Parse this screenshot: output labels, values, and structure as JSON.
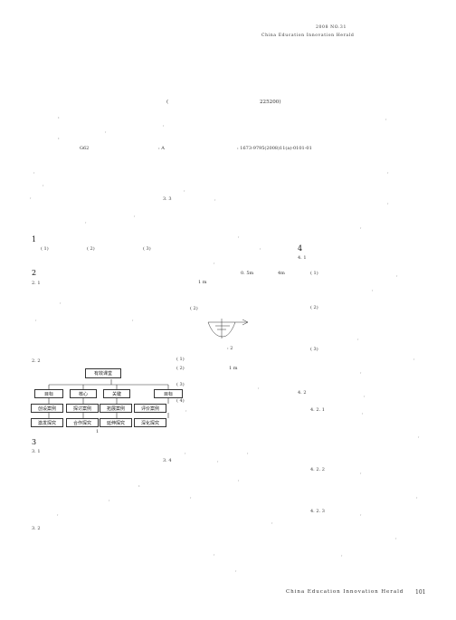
{
  "header": {
    "year_issue": "2008 NO.31",
    "journal": "China Education Innovation Herald"
  },
  "meta": {
    "affiliation_paren": "(",
    "postcode": "225200)",
    "clc": "G62",
    "doc_code": ": A",
    "article_id": ": 1673-9795(2008)11(a)-0101-01"
  },
  "sections": {
    "s1": "1",
    "s1_items": [
      "( 1)",
      "( 2)",
      "( 3)"
    ],
    "s2": "2",
    "s2_1": "2. 1",
    "s2_2": "2. 2",
    "s3": "3",
    "s3_1": "3. 1",
    "s3_2": "3. 2",
    "s3_3": "3. 3",
    "s3_4": "3. 4",
    "s4": "4",
    "s4_1": "4. 1",
    "s4_2": "4. 2",
    "s4_2_1": "4. 2. 1",
    "s4_2_2": "4. 2. 2",
    "s4_2_3": "4. 2. 3"
  },
  "middle_column": {
    "measure_a": "0. 5m",
    "measure_b": "4m",
    "measure_c": "1 m",
    "fig2_caption": "( 2)",
    "fig2_label": ": 2",
    "list": [
      "( 1)",
      "( 2)",
      "( 3)",
      "( 4)"
    ],
    "list2_value": "1 m"
  },
  "right_column": {
    "items": [
      "( 1)",
      "( 2)",
      "( 3)"
    ]
  },
  "flowchart": {
    "top": "有效课堂",
    "row1": [
      "目标",
      "核心",
      "关键",
      "目标"
    ],
    "row2": [
      "创设案例",
      "探讨案例",
      "拓展案例",
      "评价案例"
    ],
    "row3": [
      "激发探究",
      "合作探究",
      "延伸探究",
      "深化探究"
    ],
    "caption": "1"
  },
  "footer": {
    "journal": "China Education Innovation Herald",
    "page": "101"
  }
}
